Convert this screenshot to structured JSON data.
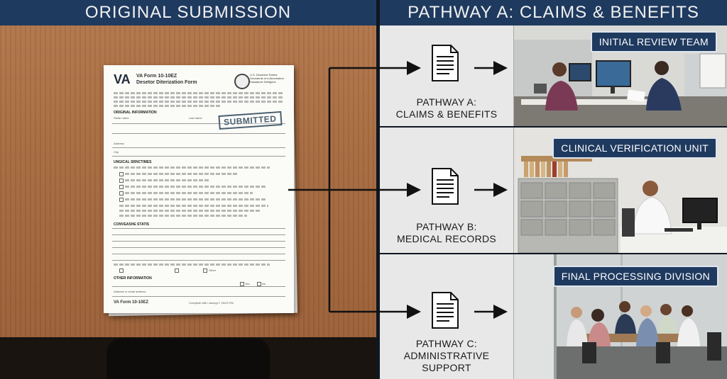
{
  "left_panel": {
    "title": "ORIGINAL SUBMISSION",
    "document": {
      "va_mark": "VA",
      "form_number": "VA Form 10-10EZ",
      "form_name": "Desetor Diterization Form",
      "agency": "U.S. Deoarent Svstes Gouraents of a Aeormation Sasiaduce Dieltgons",
      "stamp": "SUBMITTED",
      "sections": [
        "ORIGINAL INFORMATION",
        "UNGICAL SRNCTIMES",
        "CONVEASHE STATIS",
        "OTHER INFORMATION"
      ],
      "fields": [
        "Stolar name",
        "Last name",
        "Address",
        "City",
        "Address or email address"
      ],
      "checkbox_labels": [
        "Yes",
        "No",
        "Other"
      ],
      "footer": "VA Form 10-10EZ",
      "footer_note": "Complete with i abongt 1 TAGS PM"
    }
  },
  "right_panel": {
    "title": "PATHWAY A: CLAIMS & BENEFITS",
    "pathways": [
      {
        "label_line1": "PATHWAY A:",
        "label_line2": "CLAIMS & BENEFITS",
        "label_line3": "",
        "team": "INITIAL REVIEW TEAM",
        "icon": "document-icon"
      },
      {
        "label_line1": "PATHWAY B:",
        "label_line2": "MEDICAL RECORDS",
        "label_line3": "",
        "team": "CLINICAL VERIFICATION UNIT",
        "icon": "document-icon"
      },
      {
        "label_line1": "PATHWAY C:",
        "label_line2": "ADMINISTRATIVE",
        "label_line3": "SUPPORT",
        "team": "FINAL PROCESSING DIVISION",
        "icon": "document-icon"
      }
    ]
  },
  "colors": {
    "banner": "#1f3a5f",
    "desk": "#a66a3f",
    "panel": "#e8e8e8",
    "arrow": "#111111"
  }
}
